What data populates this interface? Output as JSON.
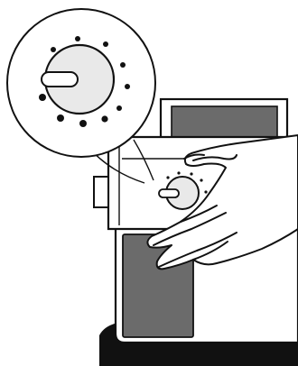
{
  "illustration": {
    "subject": "hand-adjusting-dial-on-appliance",
    "zoom_callout_dots": 10,
    "panel_dots": 6
  },
  "colors": {
    "line": "#111111",
    "fill": "#ffffff",
    "screen": "#6b6b6b",
    "knob": "#e9e9e9",
    "base": "#111111"
  }
}
